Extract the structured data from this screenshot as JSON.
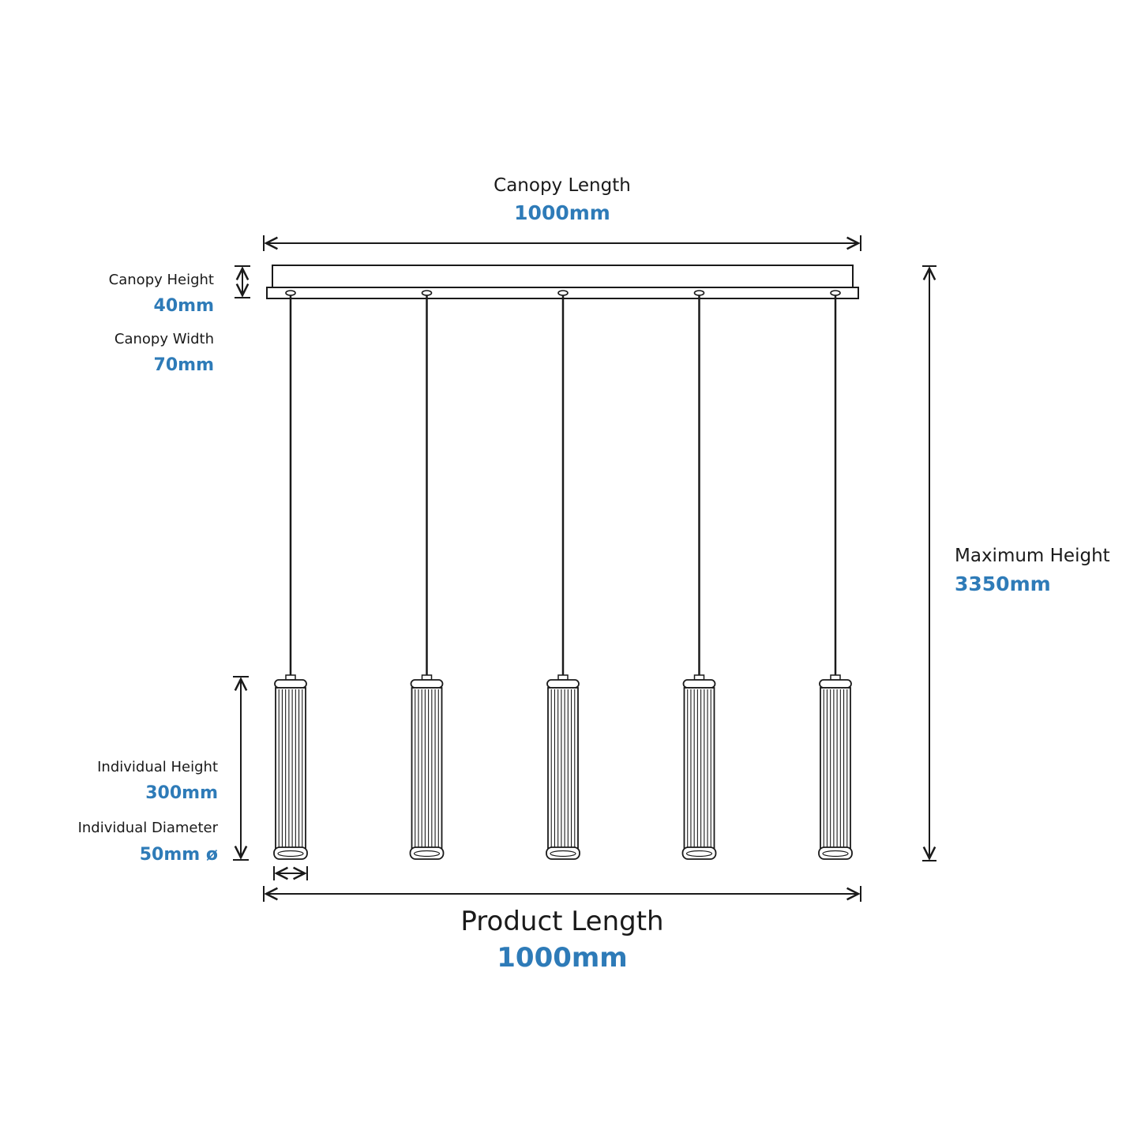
{
  "colors": {
    "line": "#1a1a1a",
    "accent": "#2e7bb8"
  },
  "dimensions": {
    "canopy_length": {
      "label": "Canopy Length",
      "value": "1000mm"
    },
    "canopy_height": {
      "label": "Canopy Height",
      "value": "40mm"
    },
    "canopy_width": {
      "label": "Canopy Width",
      "value": "70mm"
    },
    "maximum_height": {
      "label": "Maximum Height",
      "value": "3350mm"
    },
    "individual_height": {
      "label": "Individual Height",
      "value": "300mm"
    },
    "individual_diameter": {
      "label": "Individual Diameter",
      "value": "50mm ø"
    },
    "product_length": {
      "label": "Product Length",
      "value": "1000mm"
    }
  },
  "pendant_count": 5
}
